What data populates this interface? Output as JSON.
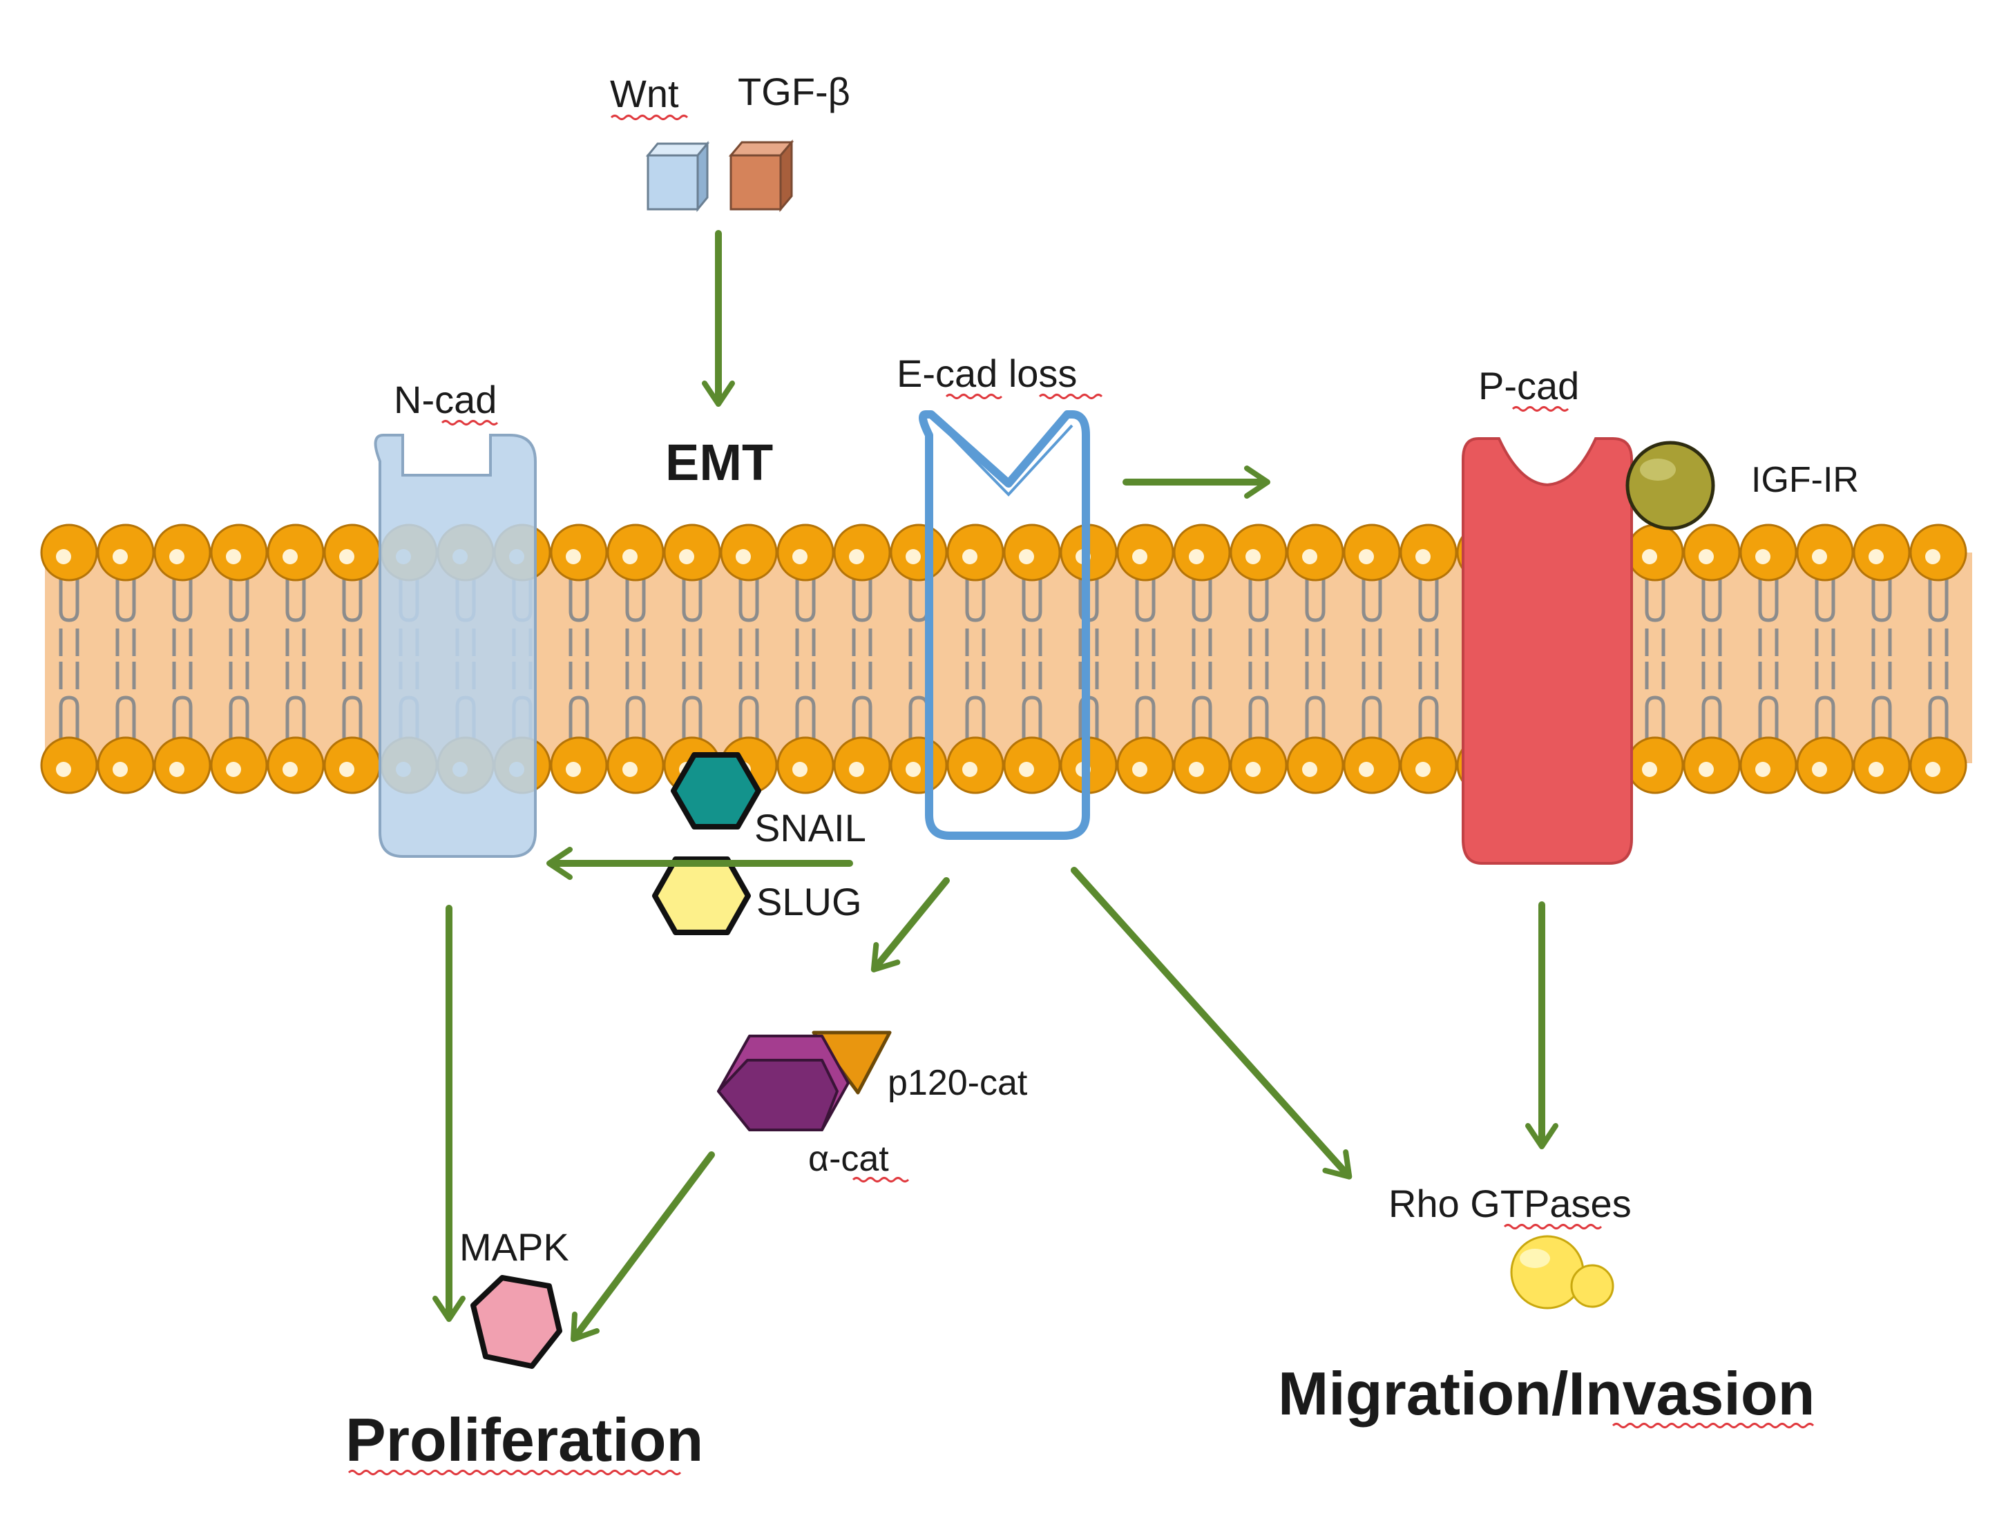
{
  "signals": {
    "wnt": "Wnt",
    "tgf_beta": "TGF-β"
  },
  "receptors": {
    "n_cad": "N-cad",
    "e_cad_loss": "E-cad loss",
    "p_cad": "P-cad",
    "igf_ir": "IGF-IR"
  },
  "process": {
    "emt": "EMT"
  },
  "transcription_factors": {
    "snail": "SNAIL",
    "slug": "SLUG"
  },
  "catenins": {
    "p120_cat": "p120-cat",
    "alpha_cat": "α-cat"
  },
  "kinases": {
    "mapk": "MAPK",
    "rho_gtpases": "Rho GTPases"
  },
  "outcomes": {
    "proliferation": "Proliferation",
    "migration_invasion": "Migration/Invasion"
  },
  "colors": {
    "membrane_fill": "#f7c99a",
    "lipid_head": "#f2a10b",
    "pathway_arrow": "#5b8a2e",
    "n_cad": "#b9d3ea",
    "e_cad_outline": "#5b9bd5",
    "p_cad": "#e8585c",
    "igf_ir": "#a9a035",
    "snail": "#13938c",
    "slug": "#fdf08a",
    "alpha_cat": "#7a2a73",
    "p120_cat": "#e9960f",
    "mapk": "#f1a0b0",
    "rho_gtpases": "#ffe45c",
    "wnt_cube": "#bcd6ee",
    "tgf_beta_cube": "#d5835a"
  }
}
